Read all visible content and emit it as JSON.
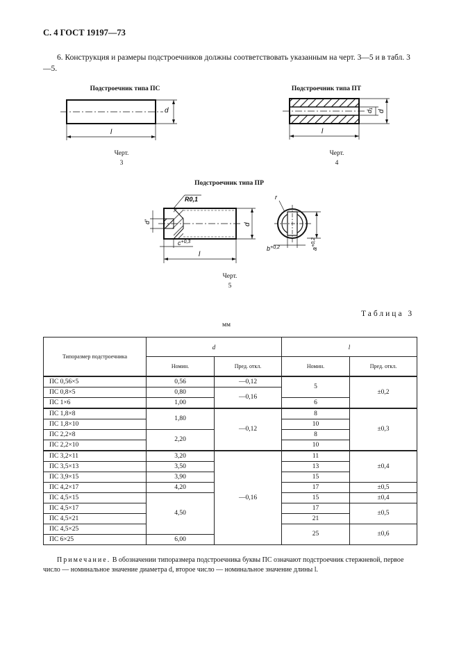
{
  "header": {
    "text": "С. 4 ГОСТ 19197—73"
  },
  "paragraph": {
    "text": "6. Конструкция и размеры подстроечников должны соответствовать указанным на черт. 3—5 и в табл. 3—5."
  },
  "figures": {
    "fig3": {
      "title": "Подстроечник типа ПС",
      "caption_line1": "Черт.",
      "caption_line2": "3",
      "dim_d": "d",
      "dim_l": "l"
    },
    "fig4": {
      "title": "Подстроечник типа ПТ",
      "caption_line1": "Черт.",
      "caption_line2": "4",
      "dim_d": "d",
      "dim_d1": "d₁",
      "dim_l": "l"
    },
    "fig5": {
      "title": "Подстроечник типа ПР",
      "caption_line1": "Черт.",
      "caption_line2": "5",
      "dim_r": "R0,1",
      "dim_d1": "d'",
      "dim_c": "c",
      "dim_c_tol": "+0,3",
      "dim_d": "d",
      "dim_l": "l",
      "dim_rr": "r",
      "dim_b": "b",
      "dim_b_tol": "+0,2",
      "dim_a": "a",
      "dim_a_tol": "+0,2"
    }
  },
  "table": {
    "label": "Таблица 3",
    "unit": "мм",
    "headers": {
      "size": "Типоразмер подстроечника",
      "d": "d",
      "l": "l",
      "nom": "Номин.",
      "tol": "Пред. откл."
    },
    "sizes": [
      "ПС 0,56×5",
      "ПС 0,8×5",
      "ПС 1×6",
      "ПС 1,8×8",
      "ПС 1,8×10",
      "ПС 2,2×8",
      "ПС 2,2×10",
      "ПС 3,2×11",
      "ПС 3,5×13",
      "ПС 3,9×15",
      "ПС 4,2×17",
      "ПС 4,5×15",
      "ПС 4,5×17",
      "ПС 4,5×21",
      "ПС 4,5×25",
      "ПС 6×25"
    ],
    "d_nom": [
      "0,56",
      "0,80",
      "1,00",
      "1,80",
      "2,20",
      "3,20",
      "3,50",
      "3,90",
      "4,20",
      "4,50",
      "6,00"
    ],
    "d_tol": [
      "—0,12",
      "—0,16",
      "—0,12",
      "—0,16"
    ],
    "l_nom": [
      "5",
      "6",
      "8",
      "10",
      "8",
      "10",
      "11",
      "13",
      "15",
      "17",
      "15",
      "17",
      "21",
      "25"
    ],
    "l_tol": [
      "±0,2",
      "±0,3",
      "±0,4",
      "±0,5",
      "±0,4",
      "±0,5",
      "±0,6"
    ]
  },
  "note": {
    "label": "Примечание.",
    "text": " В обозначении типоразмера подстроечника буквы ПС означают подстроечник стержневой, первое число — номинальное значение диаметра d, второе число — номинальное значение длины l."
  }
}
